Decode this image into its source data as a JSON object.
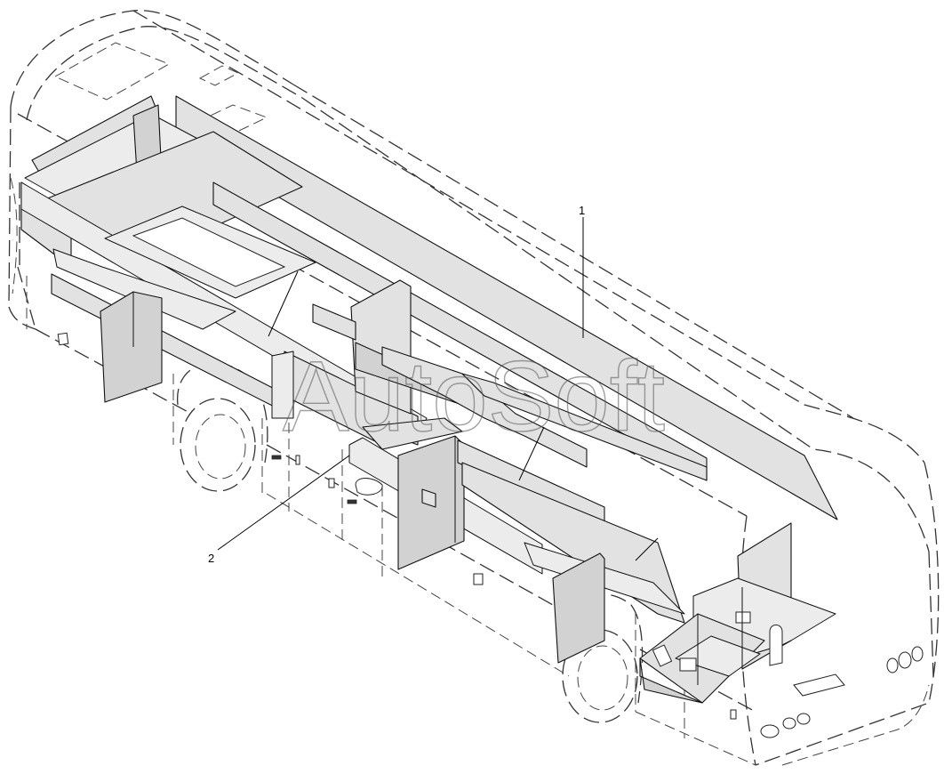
{
  "diagram": {
    "callouts": [
      {
        "id": "1",
        "label": "1"
      },
      {
        "id": "2",
        "label": "2"
      }
    ],
    "watermark": "AutoSoft"
  },
  "colors": {
    "panel_fill": "#e2e2e2",
    "outline": "#111111",
    "background": "#ffffff"
  }
}
